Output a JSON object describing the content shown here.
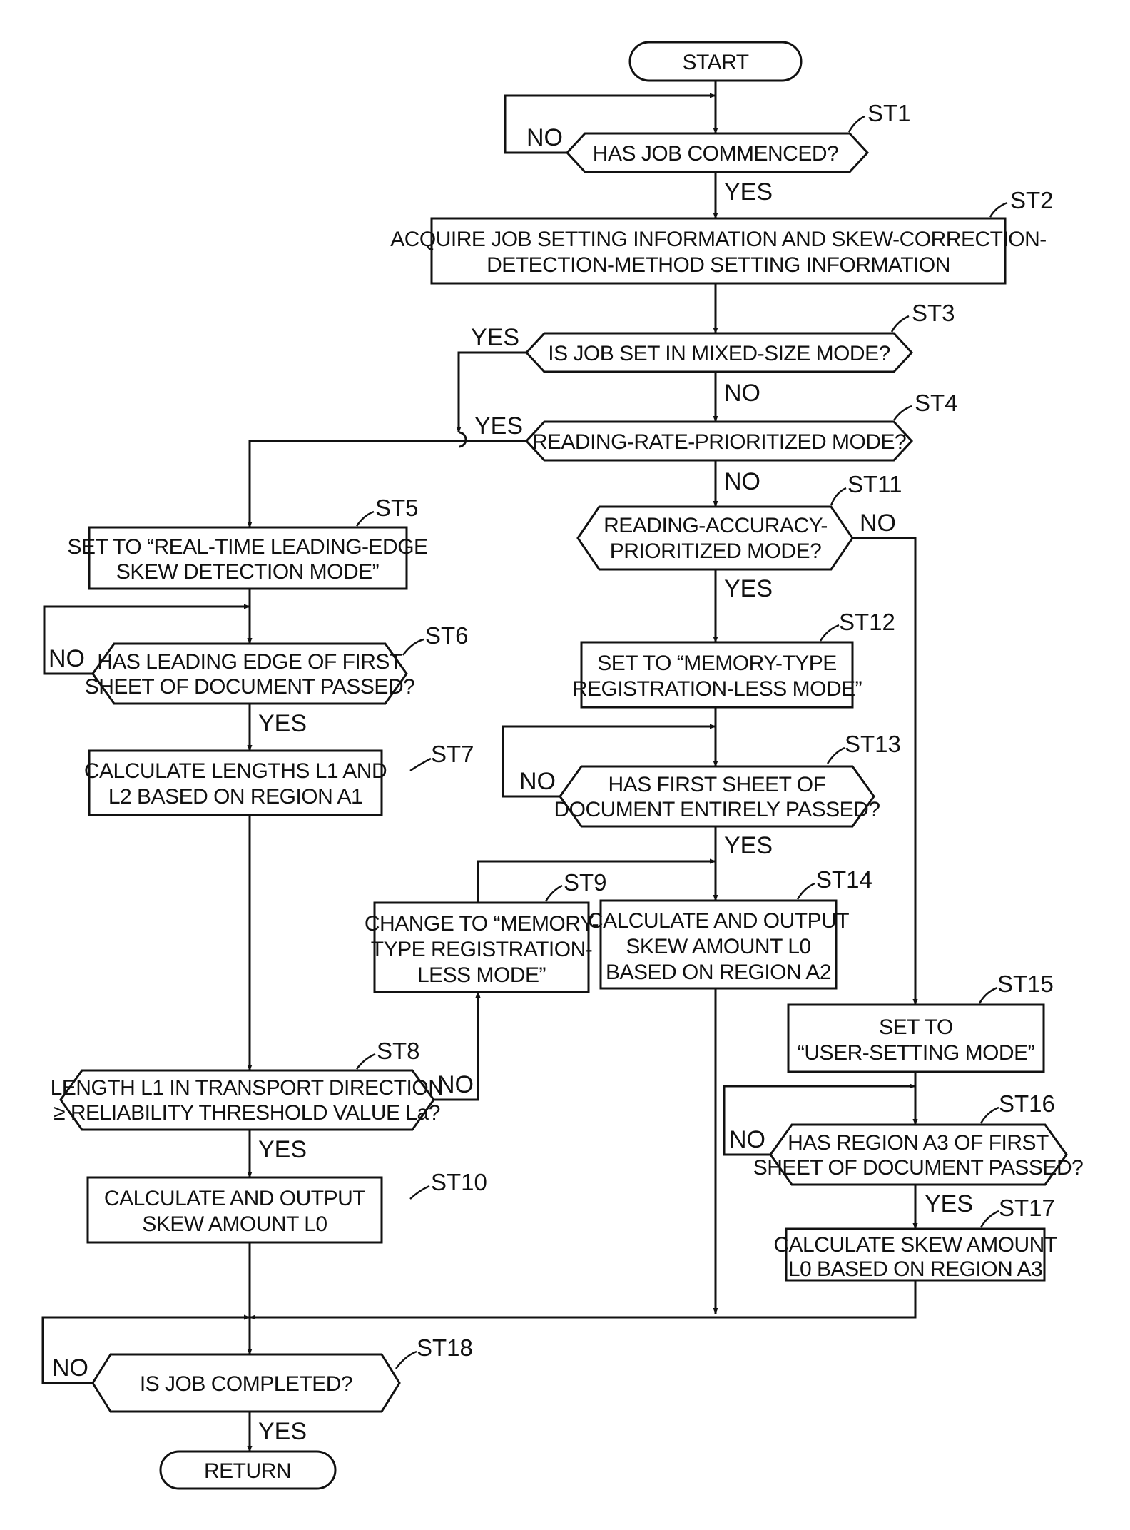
{
  "nodes": {
    "start": {
      "label": "START"
    },
    "st1": {
      "step": "ST1",
      "lines": [
        "HAS JOB COMMENCED?"
      ]
    },
    "st2": {
      "step": "ST2",
      "lines": [
        "ACQUIRE JOB SETTING INFORMATION AND SKEW-CORRECTION-",
        "DETECTION-METHOD SETTING INFORMATION"
      ]
    },
    "st3": {
      "step": "ST3",
      "lines": [
        "IS JOB SET IN MIXED-SIZE MODE?"
      ]
    },
    "st4": {
      "step": "ST4",
      "lines": [
        "READING-RATE-PRIORITIZED MODE?"
      ]
    },
    "st5": {
      "step": "ST5",
      "lines": [
        "SET TO “REAL-TIME LEADING-EDGE",
        "SKEW DETECTION MODE”"
      ]
    },
    "st6": {
      "step": "ST6",
      "lines": [
        "HAS LEADING EDGE OF FIRST",
        "SHEET OF DOCUMENT PASSED?"
      ]
    },
    "st7": {
      "step": "ST7",
      "lines": [
        "CALCULATE LENGTHS L1 AND",
        "L2 BASED ON REGION A1"
      ]
    },
    "st8": {
      "step": "ST8",
      "lines": [
        "LENGTH L1 IN TRANSPORT DIRECTION",
        "≥ RELIABILITY THRESHOLD VALUE La?"
      ]
    },
    "st9": {
      "step": "ST9",
      "lines": [
        "CHANGE TO “MEMORY-",
        "TYPE REGISTRATION-",
        "LESS MODE”"
      ]
    },
    "st10": {
      "step": "ST10",
      "lines": [
        "CALCULATE AND OUTPUT",
        "SKEW AMOUNT L0"
      ]
    },
    "st11": {
      "step": "ST11",
      "lines": [
        "READING-ACCURACY-",
        "PRIORITIZED MODE?"
      ]
    },
    "st12": {
      "step": "ST12",
      "lines": [
        "SET TO “MEMORY-TYPE",
        "REGISTRATION-LESS MODE”"
      ]
    },
    "st13": {
      "step": "ST13",
      "lines": [
        "HAS FIRST SHEET OF",
        "DOCUMENT ENTIRELY PASSED?"
      ]
    },
    "st14": {
      "step": "ST14",
      "lines": [
        "CALCULATE AND OUTPUT",
        "SKEW AMOUNT L0",
        "BASED ON REGION A2"
      ]
    },
    "st15": {
      "step": "ST15",
      "lines": [
        "SET TO",
        "“USER-SETTING MODE”"
      ]
    },
    "st16": {
      "step": "ST16",
      "lines": [
        "HAS REGION A3 OF FIRST",
        "SHEET OF DOCUMENT PASSED?"
      ]
    },
    "st17": {
      "step": "ST17",
      "lines": [
        "CALCULATE SKEW AMOUNT",
        "L0 BASED ON REGION A3"
      ]
    },
    "st18": {
      "step": "ST18",
      "lines": [
        "IS JOB COMPLETED?"
      ]
    },
    "return": {
      "label": "RETURN"
    }
  },
  "branch_labels": {
    "yes": "YES",
    "no": "NO"
  }
}
